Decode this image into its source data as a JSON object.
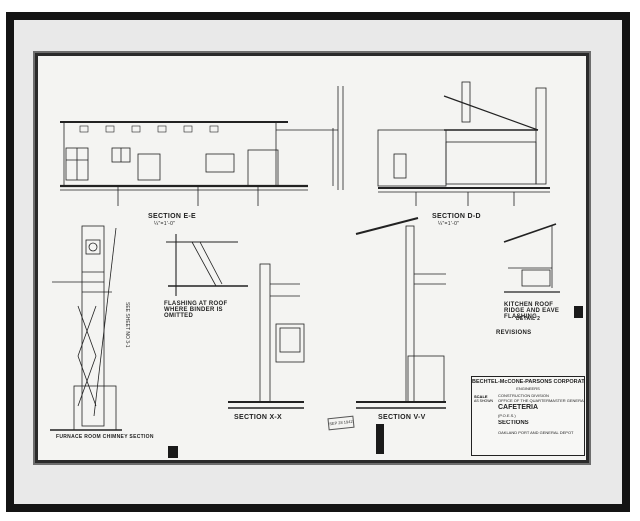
{
  "sheet": {
    "section_ee": "SECTION E-E",
    "section_ee_scale": "¼\"=1'-0\"",
    "section_dd": "SECTION D-D",
    "section_dd_scale": "¼\"=1'-0\"",
    "section_xx": "SECTION X-X",
    "section_vv": "SECTION V-V",
    "chimney": "FURNACE ROOM CHIMNEY SECTION",
    "flashing": "FLASHING AT ROOF WHERE BINDER IS OMITTED",
    "kitchen_note": "KITCHEN ROOF RIDGE AND EAVE FLASHING",
    "detail": "DETAIL 2",
    "revisions": "REVISIONS",
    "see_sheet": "SEE SHEET NO 3-1",
    "stamp": "SEP 28 1942"
  },
  "title_block": {
    "corporation": "BECHTEL-McCONE-PARSONS CORPORATION",
    "engineers": "ENGINEERS",
    "scale_label": "SCALE",
    "scale_value": "AS SHOWN",
    "division": "CONSTRUCTION DIVISION",
    "office": "OFFICE OF THE QUARTERMASTER GENERAL",
    "building": "CAFETERIA",
    "pos": "(P.O.E.S.)",
    "drawing": "SECTIONS",
    "location": "OAKLAND PORT AND GENERAL DEPOT"
  },
  "colors": {
    "frame": "#141414",
    "paper": "#f4f4f2",
    "ink": "#222222"
  }
}
